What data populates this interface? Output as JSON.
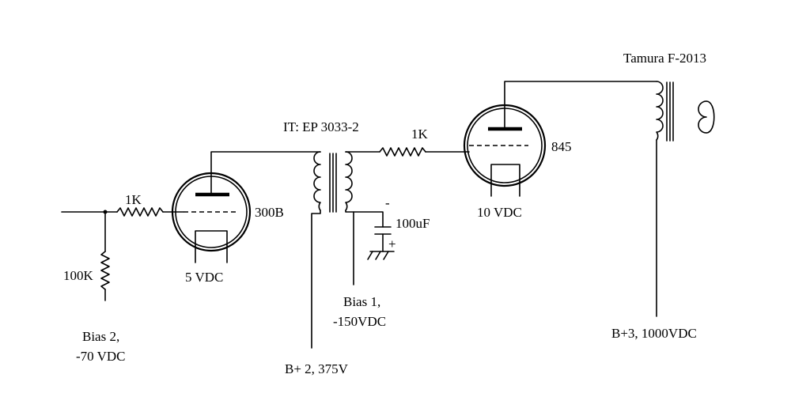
{
  "labels": {
    "transformer_out": "Tamura F-2013",
    "interstage": "IT: EP 3033-2",
    "r_grid_1": "1K",
    "r_grid_2": "1K",
    "r_bias": "100K",
    "tube_1": "300B",
    "tube_2": "845",
    "heater_1": "5 VDC",
    "heater_2": "10 VDC",
    "cap": "100uF",
    "cap_minus": "-",
    "cap_plus": "+",
    "bias2_line1": "Bias 2,",
    "bias2_line2": "-70 VDC",
    "bias1_line1": "Bias 1,",
    "bias1_line2": "-150VDC",
    "bplus2": "B+ 2, 375V",
    "bplus3": "B+3, 1000VDC"
  },
  "colors": {
    "ink": "#000000",
    "background": "#ffffff"
  }
}
